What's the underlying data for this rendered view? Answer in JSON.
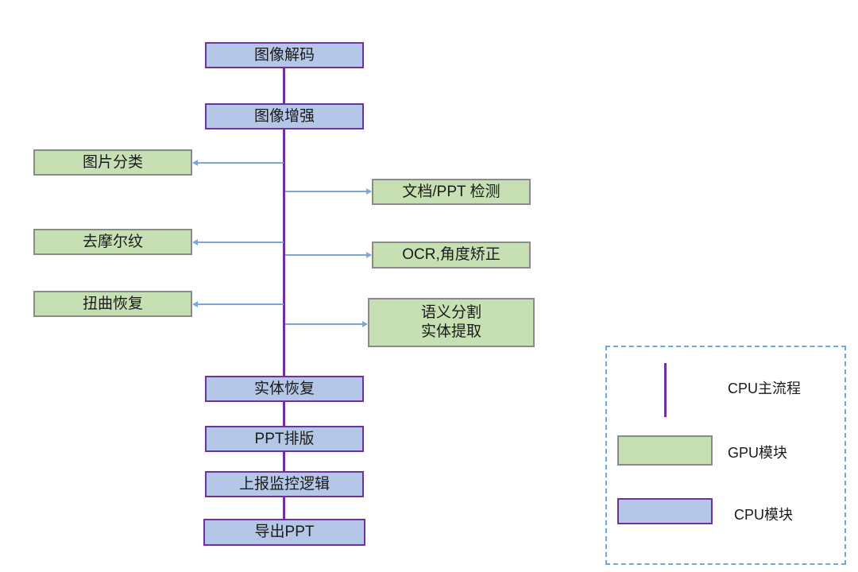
{
  "colors": {
    "cpu_fill": "#b4c7e7",
    "cpu_border": "#7030a0",
    "gpu_fill": "#c6e0b4",
    "gpu_border": "#8a8a8a",
    "main_flow_line": "#7030a0",
    "connector": "#7da7d8",
    "legend_border": "#6fa8dc"
  },
  "nodes": {
    "image_decode": {
      "label": "图像解码",
      "type": "cpu"
    },
    "image_enhance": {
      "label": "图像增强",
      "type": "cpu"
    },
    "image_classify": {
      "label": "图片分类",
      "type": "gpu"
    },
    "doc_ppt_detect": {
      "label": "文档/PPT 检测",
      "type": "gpu"
    },
    "demoire": {
      "label": "去摩尔纹",
      "type": "gpu"
    },
    "ocr_angle": {
      "label": "OCR,角度矫正",
      "type": "gpu"
    },
    "dewarp": {
      "label": "扭曲恢复",
      "type": "gpu"
    },
    "semantic": {
      "label_line1": "语义分割",
      "label_line2": "实体提取",
      "type": "gpu"
    },
    "entity_restore": {
      "label": "实体恢复",
      "type": "cpu"
    },
    "ppt_layout": {
      "label": "PPT排版",
      "type": "cpu"
    },
    "report_monitor": {
      "label": "上报监控逻辑",
      "type": "cpu"
    },
    "export_ppt": {
      "label": "导出PPT",
      "type": "cpu"
    }
  },
  "legend": {
    "items": [
      {
        "symbol": "purple-line",
        "label": "CPU主流程"
      },
      {
        "symbol": "green-box",
        "label": "GPU模块"
      },
      {
        "symbol": "blue-box",
        "label": "CPU模块"
      }
    ]
  }
}
